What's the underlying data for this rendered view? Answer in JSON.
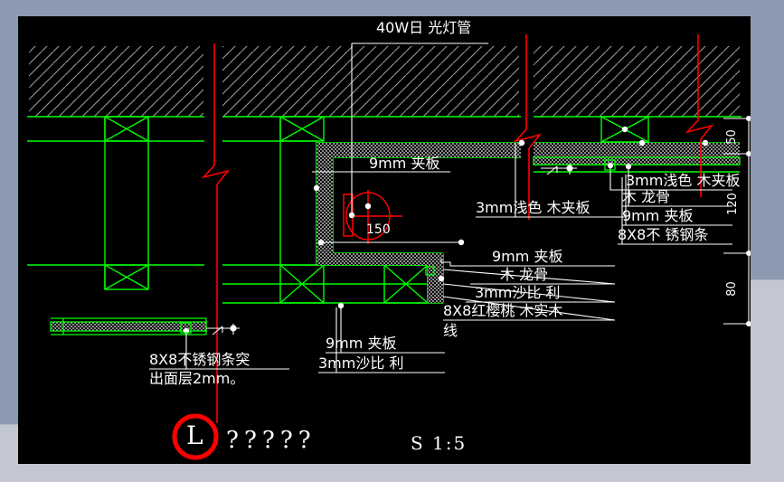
{
  "drawing": {
    "title_mark": "L",
    "title_text": "?????",
    "scale_label": "S 1:5",
    "background_color": "#000000",
    "border_color": "#8c9ab1",
    "border_color_light": "#c2c7d2",
    "colors": {
      "green": "#00ff00",
      "red": "#ff0000",
      "white": "#ffffff",
      "gray_hatch": "#9a9a9a",
      "gray_fill": "#808080"
    }
  },
  "labels": {
    "lamp_top": "40W日 光灯管",
    "plywood_9mm_ceiling": "9mm 夹板",
    "light_veneer_center": "3mm浅色 木夹板",
    "light_veneer_right": "3mm浅色 木夹板",
    "wood_keel_right": "木 龙骨",
    "plywood_9mm_right": "9mm 夹板",
    "steel_strip_right": "8X8不 锈钢条",
    "plywood_9mm_mid": "9mm 夹板",
    "wood_keel_mid": "木 龙骨",
    "sapele_3mm_mid": "3mm沙比 利",
    "cherry_solid_wood": "8X8红樱桃 木实木",
    "cherry_solid_wood_2": "线",
    "plywood_9mm_bottom": "9mm 夹板",
    "sapele_3mm_bottom": "3mm沙比 利",
    "steel_strip_note_1": "8X8不锈钢条突",
    "steel_strip_note_2": "出面层2mm。"
  },
  "dimensions": {
    "horizontal_150": "150",
    "vertical_50": "50",
    "vertical_120": "120",
    "vertical_80": "80"
  }
}
